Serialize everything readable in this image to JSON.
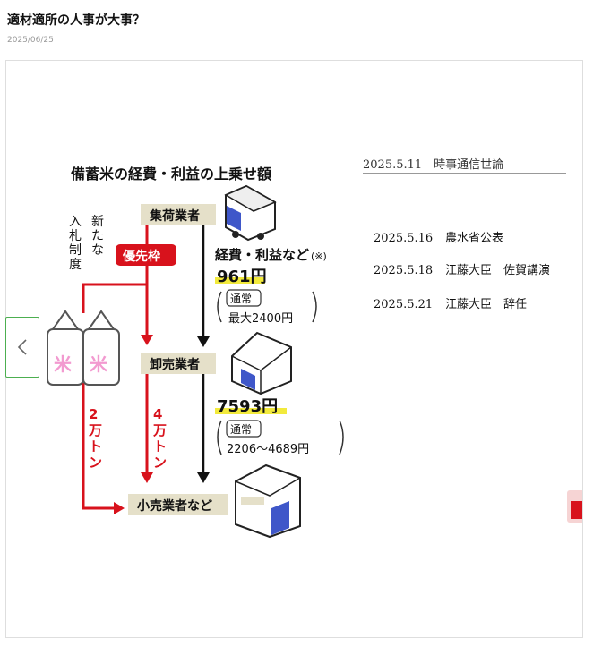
{
  "post": {
    "title": "適材適所の人事が大事？",
    "date": "2025/06/25"
  },
  "carousel": {
    "prev_icon": "chevron-left-icon"
  },
  "infographic": {
    "title": "備蓄米の経費・利益の上乗せ額",
    "new_system_label": [
      "新",
      "た",
      "な",
      "入",
      "札",
      "制",
      "度"
    ],
    "priority_label": "優先枠",
    "collector": "集荷業者",
    "wholesaler": "卸売業者",
    "retailer": "小売業者など",
    "cost_label": "経費・利益など",
    "cost_note": "(※)",
    "stage1_value": "961円",
    "stage1_normal_tag": "通常",
    "stage1_normal_range": "最大2400円",
    "stage2_value": "7593円",
    "stage2_normal_tag": "通常",
    "stage2_normal_range": "2206～4689円",
    "flow_left": [
      "2",
      "万",
      "ト",
      "ン"
    ],
    "flow_mid": [
      "4",
      "万",
      "ト",
      "ン"
    ],
    "rice_mark": "米"
  },
  "timeline": {
    "cut_header": "2025.5.11　時事通信世論",
    "entries": [
      {
        "date": "2025.5.16",
        "text": "農水省公表"
      },
      {
        "date": "2025.5.18",
        "text": "江藤大臣　佐賀講演"
      },
      {
        "date": "2025.5.21",
        "text": "江藤大臣　辞任"
      }
    ]
  },
  "colors": {
    "red": "#d8121c",
    "green_border": "#4caf50",
    "label_box": "#e5e0c9",
    "highlight": "#f2ea3c",
    "building_blue": "#3f57c9"
  }
}
